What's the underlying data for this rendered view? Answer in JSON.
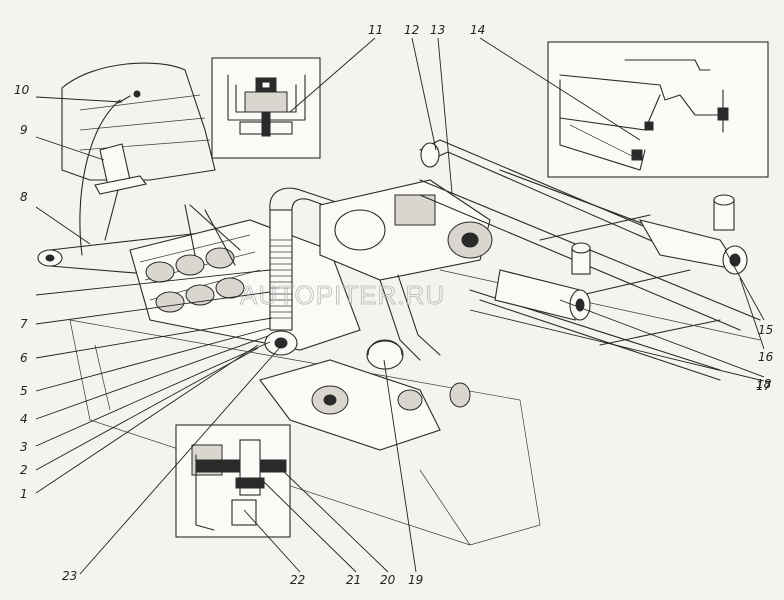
{
  "watermark": "AUTOPITER.RU",
  "callouts": [
    {
      "id": "1",
      "text": "1"
    },
    {
      "id": "2",
      "text": "2"
    },
    {
      "id": "3",
      "text": "3"
    },
    {
      "id": "4",
      "text": "4"
    },
    {
      "id": "5",
      "text": "5"
    },
    {
      "id": "6",
      "text": "6"
    },
    {
      "id": "7",
      "text": "7"
    },
    {
      "id": "8",
      "text": "8"
    },
    {
      "id": "9",
      "text": "9"
    },
    {
      "id": "10",
      "text": "10"
    },
    {
      "id": "11",
      "text": "11"
    },
    {
      "id": "12",
      "text": "12"
    },
    {
      "id": "13",
      "text": "13"
    },
    {
      "id": "14",
      "text": "14"
    },
    {
      "id": "15",
      "text": "15"
    },
    {
      "id": "16",
      "text": "16"
    },
    {
      "id": "17",
      "text": "17"
    },
    {
      "id": "18",
      "text": "18"
    },
    {
      "id": "19",
      "text": "19"
    },
    {
      "id": "20",
      "text": "20"
    },
    {
      "id": "21",
      "text": "21"
    },
    {
      "id": "22",
      "text": "22"
    },
    {
      "id": "23",
      "text": "23"
    }
  ]
}
